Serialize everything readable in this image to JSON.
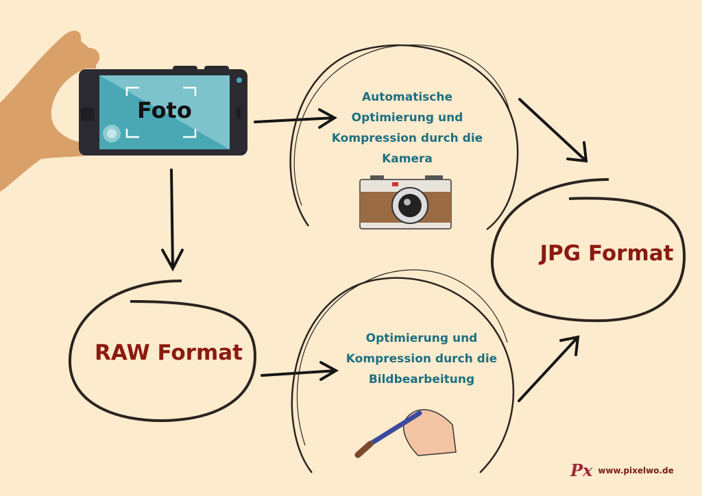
{
  "nodes": {
    "photo": "Foto",
    "auto_optimization": [
      "Automatische",
      "Optimierung und",
      "Kompression durch die",
      "Kamera"
    ],
    "manual_optimization": [
      "Optimierung und",
      "Kompression durch die",
      "Bildbearbeitung"
    ],
    "raw": "RAW Format",
    "jpg": "JPG Format"
  },
  "logo": {
    "mark": "Px",
    "url": "www.pixelwo.de"
  },
  "colors": {
    "background": "#fdebcd",
    "teal_text": "#1e6f80",
    "format_text": "#8b1a10",
    "screen": "#4aa8b5"
  }
}
